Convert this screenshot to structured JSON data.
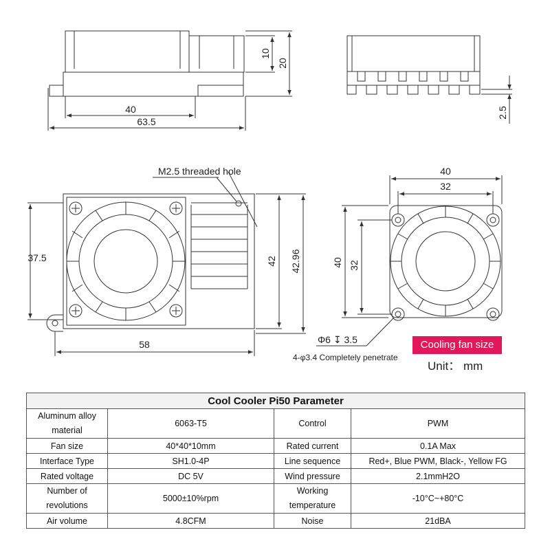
{
  "dimensions": {
    "top_left": {
      "width_inner": "40",
      "width_total": "63.5",
      "height_fan": "10",
      "height_total": "20"
    },
    "top_right": {
      "base": "2.5"
    },
    "front": {
      "hole_label": "M2.5 threaded hole",
      "height_left": "37.5",
      "height_mid": "42",
      "height_total": "42.96",
      "width": "58"
    },
    "fan": {
      "outer_w": "40",
      "hole_w": "32",
      "outer_h": "40",
      "hole_h": "32",
      "counterbore": "Φ6 ↧ 3.5",
      "holes_note": "4-φ3.4 Completely penetrate"
    }
  },
  "badge": "Cooling fan size",
  "unit": "Unit： mm",
  "params": {
    "title": "Cool Cooler Pi50 Parameter",
    "rows": [
      {
        "k1": "Aluminum alloy material",
        "v1": "6063-T5",
        "k2": "Control",
        "v2": "PWM",
        "tall": true
      },
      {
        "k1": "Fan size",
        "v1": "40*40*10mm",
        "k2": "Rated current",
        "v2": "0.1A Max"
      },
      {
        "k1": "Interface Type",
        "v1": "SH1.0-4P",
        "k2": "Line sequence",
        "v2": "Red+, Blue PWM, Black-, Yellow FG"
      },
      {
        "k1": "Rated voltage",
        "v1": "DC 5V",
        "k2": "Wind pressure",
        "v2": "2.1mmH2O"
      },
      {
        "k1": "Number of revolutions",
        "v1": "5000±10%rpm",
        "k2": "Working temperature",
        "v2": "-10°C~+80°C",
        "tall": true
      },
      {
        "k1": "Air volume",
        "v1": "4.8CFM",
        "k2": "Noise",
        "v2": "21dBA"
      }
    ]
  },
  "colors": {
    "badge": "#e2185b",
    "line": "#333333"
  }
}
